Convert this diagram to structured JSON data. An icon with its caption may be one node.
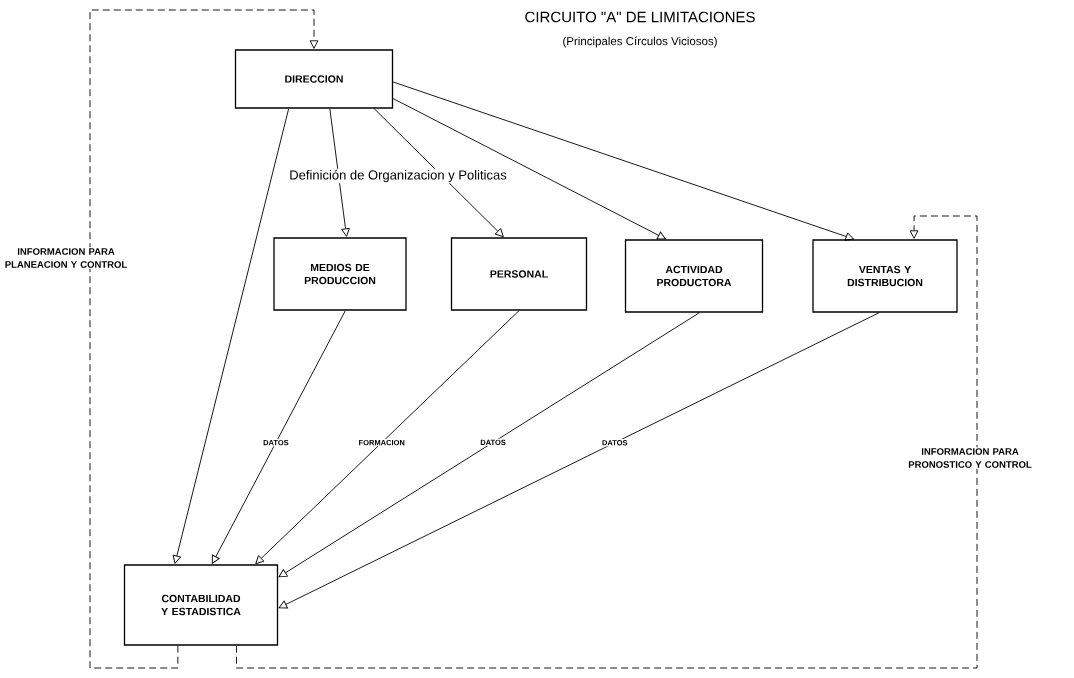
{
  "diagram": {
    "title": "CIRCUITO \"A\" DE LIMITACIONES",
    "nodes": [
      {
        "text": [
          "DIRECCION"
        ]
      },
      {
        "text": [
          "MEDIOS DE PRODUCCION"
        ]
      },
      {
        "text": [
          "PERSONAL"
        ]
      },
      {
        "text": [
          "ACTIVIDAD PRODUCTORA"
        ]
      },
      {
        "text": [
          "VENTAS Y DISTRIBUCION"
        ]
      },
      {
        "text": [
          "CONTABILIDAD Y ESTADISTICA"
        ]
      }
    ],
    "edges": [
      {
        "from": 0,
        "to": 5,
        "arrow": "to"
      },
      {
        "from": 0,
        "to": 1,
        "arrow": "to"
      },
      {
        "from": 0,
        "to": 2,
        "arrow": "to"
      },
      {
        "from": 0,
        "to": 3,
        "arrow": "to"
      },
      {
        "from": 0,
        "to": 4,
        "arrow": "to"
      },
      {
        "from": 1,
        "to": 5,
        "arrow": "to",
        "label": "DATOS"
      },
      {
        "from": 2,
        "to": 5,
        "arrow": "to",
        "label": "FORMACION"
      },
      {
        "from": 3,
        "to": 5,
        "arrow": "to",
        "label": "DATOS"
      },
      {
        "from": 4,
        "to": 5,
        "arrow": "to",
        "label": "DATOS"
      },
      {
        "from": 5,
        "to": 0,
        "arrow": "to",
        "style": "dashed",
        "label": "INFORMACION PARA PLANEACION Y CONTROL"
      },
      {
        "from": 5,
        "to": 4,
        "arrow": "to",
        "style": "dashed",
        "label": "INFORMACION PARA PRONOSTICO Y CONTROL"
      }
    ],
    "labels": [
      "(Principales Círculos Viciosos)",
      "Definición de Organizacion y Politicas"
    ]
  }
}
